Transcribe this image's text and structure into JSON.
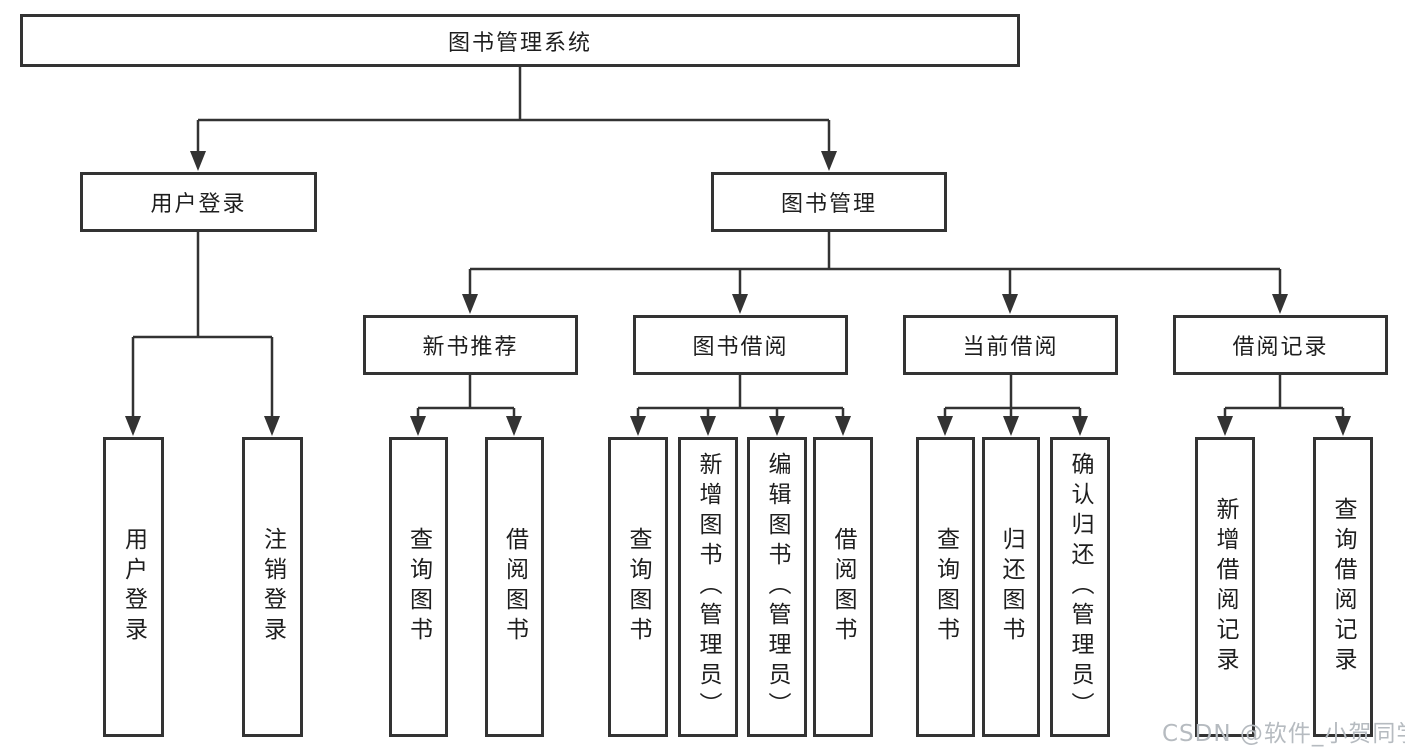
{
  "root": {
    "label": "图书管理系统"
  },
  "branches": [
    {
      "label": "用户登录",
      "children": [
        {
          "label": "用户登录"
        },
        {
          "label": "注销登录"
        }
      ]
    },
    {
      "label": "图书管理",
      "children": [
        {
          "label": "新书推荐",
          "children": [
            {
              "label": "查询图书"
            },
            {
              "label": "借阅图书"
            }
          ]
        },
        {
          "label": "图书借阅",
          "children": [
            {
              "label": "查询图书"
            },
            {
              "label": "新增图书（管理员）"
            },
            {
              "label": "编辑图书（管理员）"
            },
            {
              "label": "借阅图书"
            }
          ]
        },
        {
          "label": "当前借阅",
          "children": [
            {
              "label": "查询图书"
            },
            {
              "label": "归还图书"
            },
            {
              "label": "确认归还（管理员）"
            }
          ]
        },
        {
          "label": "借阅记录",
          "children": [
            {
              "label": "新增借阅记录"
            },
            {
              "label": "查询借阅记录"
            }
          ]
        }
      ]
    }
  ],
  "watermark": {
    "text": "CSDN @软件_小贺同学"
  },
  "colors": {
    "line": "#333333",
    "text": "#1e1e1e",
    "box_background": "#ffffff",
    "page_background": "#ffffff",
    "watermark_text": "#b6bbc0"
  }
}
